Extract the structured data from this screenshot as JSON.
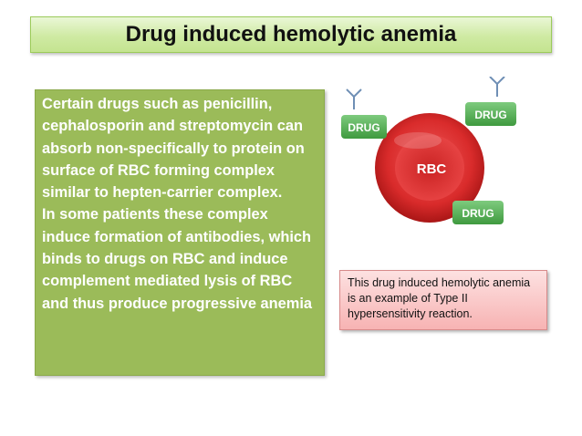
{
  "slide": {
    "title": "Drug induced hemolytic anemia",
    "body_paragraphs": [
      "Certain drugs such as penicillin, cephalosporin and streptomycin can absorb non-specifically to protein on surface of RBC forming complex similar to hepten-carrier complex.",
      "In some patients these complex induce formation of antibodies, which binds to drugs on RBC and induce complement mediated lysis of RBC and thus produce progressive anemia"
    ],
    "note": "This drug induced hemolytic anemia is an example of Type II hypersensitivity reaction."
  },
  "illustration": {
    "cell_label": "RBC",
    "drug_labels": [
      "DRUG",
      "DRUG",
      "DRUG"
    ]
  },
  "colors": {
    "panel_green": "#9bbb59",
    "title_green": "#cfeaa3",
    "rbc_red": "#d92b2b",
    "drug_green": "#5fb35f",
    "note_pink": "#f7b3b3"
  }
}
